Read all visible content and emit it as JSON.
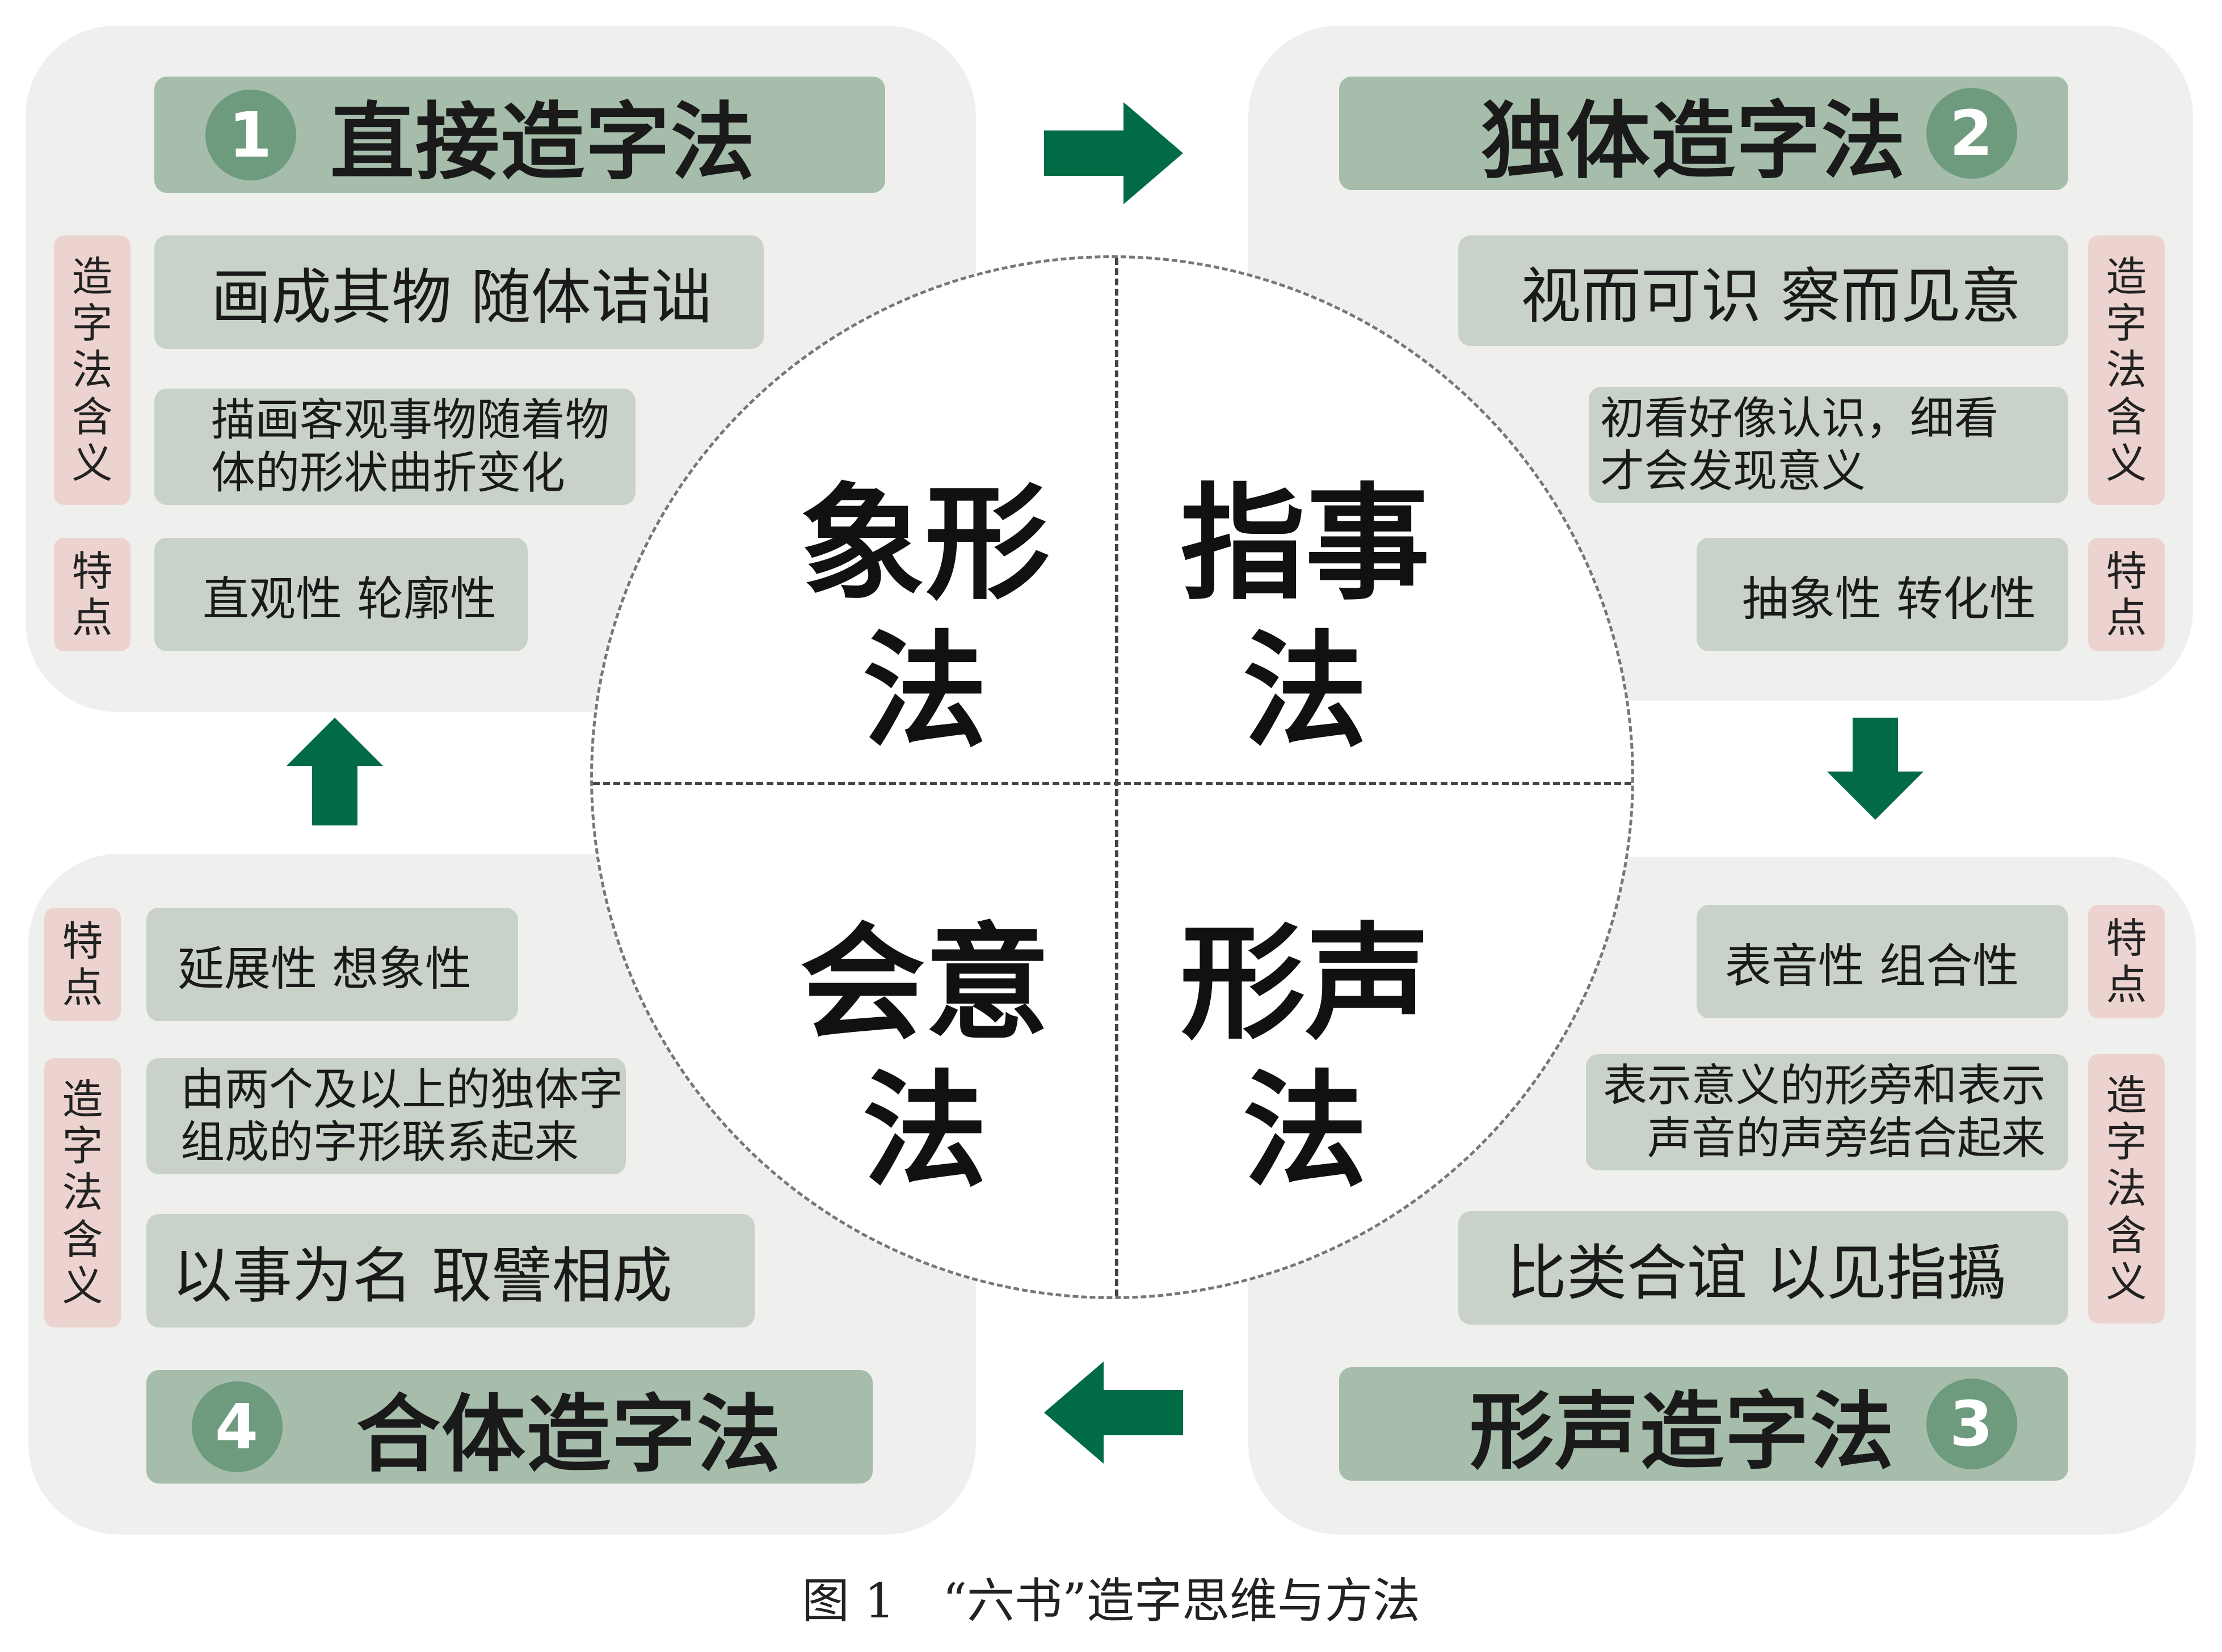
{
  "quadrant_labels": {
    "top_left": [
      "象形",
      "法"
    ],
    "top_right": [
      "指事",
      "法"
    ],
    "bottom_left": [
      "会意",
      "法"
    ],
    "bottom_right": [
      "形声",
      "法"
    ]
  },
  "panels": {
    "direct": {
      "number": "1",
      "title": "直接造字法",
      "meaning_tag": "造字法含义",
      "feature_tag": "特点",
      "motto": "画成其物 随体诘诎",
      "description": [
        "描画客观事物随着物",
        "体的形状曲折变化"
      ],
      "features": "直观性 轮廓性"
    },
    "independent": {
      "number": "2",
      "title": "独体造字法",
      "meaning_tag": "造字法含义",
      "feature_tag": "特点",
      "motto": "视而可识 察而见意",
      "description": [
        "初看好像认识，细看",
        "才会发现意义"
      ],
      "features": "抽象性 转化性"
    },
    "phonetic": {
      "number": "3",
      "title": "形声造字法",
      "meaning_tag": "造字法含义",
      "feature_tag": "特点",
      "features": "表音性 组合性",
      "description": [
        "表示意义的形旁和表示",
        "声音的声旁结合起来"
      ],
      "motto": "比类合谊 以见指撝"
    },
    "compound": {
      "number": "4",
      "title": "合体造字法",
      "meaning_tag": "造字法含义",
      "feature_tag": "特点",
      "features": "延展性 想象性",
      "description": [
        "由两个及以上的独体字",
        "组成的字形联系起来"
      ],
      "motto": "以事为名 取譬相成"
    }
  },
  "caption": "图 1　“六书”造字思维与方法",
  "colors": {
    "arrow": "#006b45",
    "title_box": "#a5bdaa",
    "content_box": "#c8d2c8",
    "tag": "#ecd3cf",
    "panel": "#efefed",
    "number_circle": "#6e9a7e"
  }
}
